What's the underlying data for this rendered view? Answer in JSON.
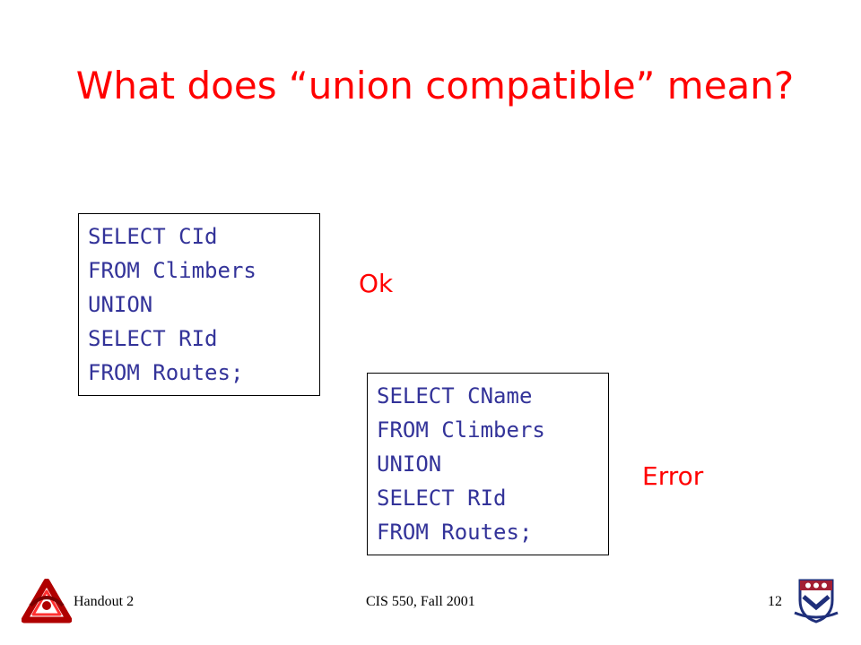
{
  "slide": {
    "title": "What does “union compatible” mean?",
    "ok_query": {
      "lines": [
        "SELECT CId",
        "FROM Climbers",
        "UNION",
        "SELECT RId",
        "FROM Routes;"
      ]
    },
    "ok_label": "Ok",
    "error_query": {
      "lines": [
        "SELECT CName",
        "FROM Climbers",
        "UNION",
        "SELECT RId",
        "FROM Routes;"
      ]
    },
    "error_label": "Error"
  },
  "footer": {
    "left": "Handout 2",
    "center": "CIS 550, Fall 2001",
    "page_number": "12"
  },
  "icons": {
    "left_logo": "triangle-knot-logo-icon",
    "right_logo": "university-shield-crest-icon"
  },
  "colors": {
    "title": "#ff0000",
    "code": "#333399",
    "verdict": "#ff0000"
  }
}
